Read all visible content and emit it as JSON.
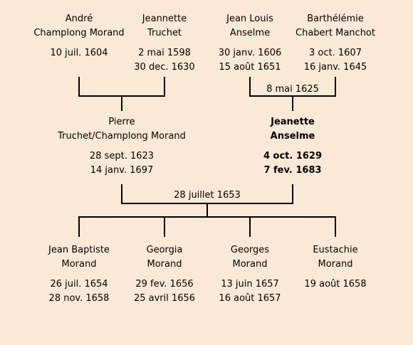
{
  "generation1": [
    {
      "name1": "André",
      "name2": "Champlong Morand",
      "birth": "10 juil. 1604",
      "death": ""
    },
    {
      "name1": "Jeannette",
      "name2": "Truchet",
      "birth": "2 mai 1598",
      "death": "30 dec. 1630"
    },
    {
      "name1": "Jean Louis",
      "name2": "Anselme",
      "birth": "30 janv. 1606",
      "death": "15 août 1651"
    },
    {
      "name1": "Barthélémie",
      "name2": "Chabert Manchot",
      "birth": "3 oct. 1607",
      "death": "16 janv. 1645"
    }
  ],
  "marriage_left_date": "",
  "marriage_right_date": "8 mai 1625",
  "generation2": [
    {
      "name1": "Pierre",
      "name2": "Truchet/Champlong Morand",
      "birth": "28 sept. 1623",
      "death": "14 janv. 1697"
    },
    {
      "name1": "Jeanette",
      "name2": "Anselme",
      "birth": "4 oct. 1629",
      "death": "7 fev. 1683"
    }
  ],
  "marriage_center_date": "28 juillet 1653",
  "generation3": [
    {
      "name1": "Jean Baptiste",
      "name2": "Morand",
      "birth": "26 juil. 1654",
      "death": "28 nov. 1658"
    },
    {
      "name1": "Georgia",
      "name2": "Morand",
      "birth": "29 fev. 1656",
      "death": "25 avril 1656"
    },
    {
      "name1": "Georges",
      "name2": "Morand",
      "birth": "13 juin 1657",
      "death": "16 août 1657"
    },
    {
      "name1": "Eustachie",
      "name2": "Morand",
      "birth": "19 août 1658",
      "death": ""
    }
  ]
}
